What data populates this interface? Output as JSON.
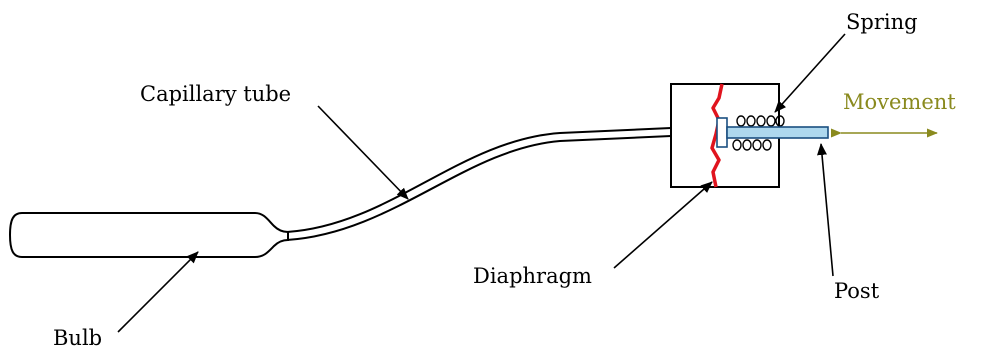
{
  "labels": {
    "spring": "Spring",
    "capillary_tube": "Capillary tube",
    "movement": "Movement",
    "diaphragm": "Diaphragm",
    "post": "Post",
    "bulb": "Bulb"
  },
  "colors": {
    "diaphragm": "#e0141e",
    "post_fill": "#aed8ee",
    "post_stroke": "#1a4f80",
    "movement": "#8a8a1e",
    "outline": "#000000"
  }
}
